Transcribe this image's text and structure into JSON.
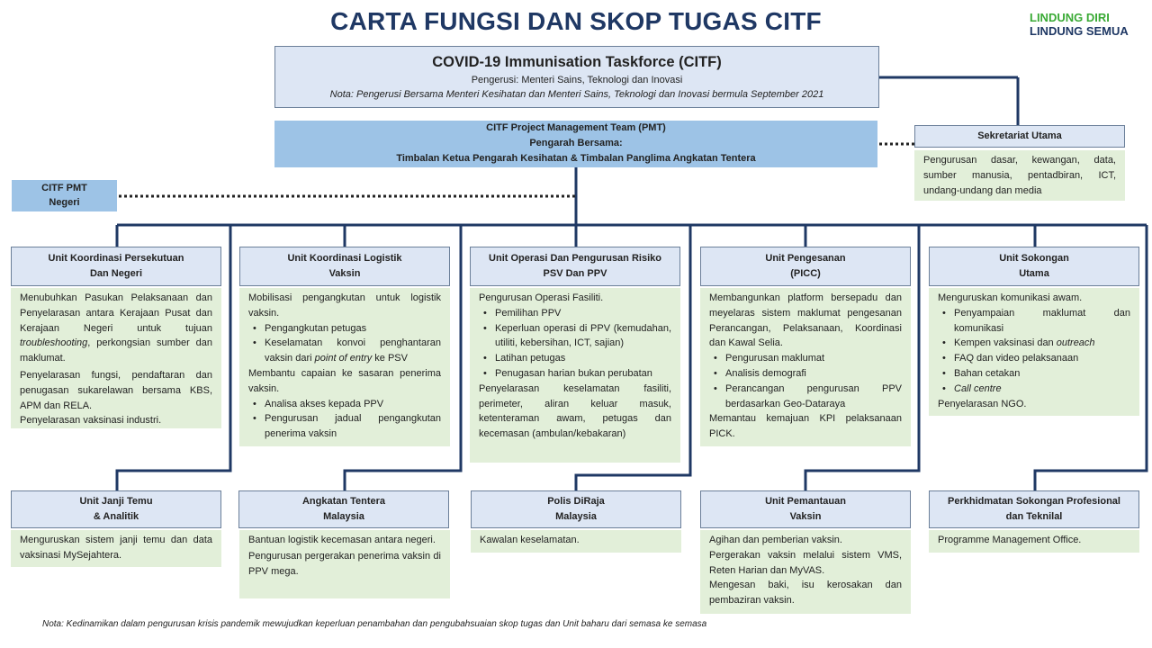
{
  "title": "CARTA FUNGSI DAN SKOP TUGAS CITF",
  "slogan": {
    "line1": "LINDUNG DIRI",
    "line2": "LINDUNG SEMUA"
  },
  "head": {
    "name": "COVID-19 Immunisation Taskforce (CITF)",
    "chair": "Pengerusi: Menteri Sains, Teknologi dan Inovasi",
    "note": "Nota: Pengerusi Bersama Menteri Kesihatan dan Menteri Sains, Teknologi dan Inovasi bermula September 2021"
  },
  "pmt": {
    "line1": "CITF Project Management Team (PMT)",
    "line2": "Pengarah Bersama:",
    "line3": "Timbalan Ketua Pengarah Kesihatan & Timbalan Panglima Angkatan Tentera"
  },
  "pmt_negeri": {
    "line1": "CITF PMT",
    "line2": "Negeri"
  },
  "sekretariat": {
    "title": "Sekretariat Utama",
    "desc": "Pengurusan dasar, kewangan, data, sumber manusia, pentadbiran, ICT, undang-undang dan media"
  },
  "units": {
    "u1": {
      "title1": "Unit Koordinasi Persekutuan",
      "title2": "Dan Negeri",
      "p1a": "Menubuhkan Pasukan Pelaksanaan dan Penyelarasan antara Kerajaan Pusat dan Kerajaan Negeri untuk tujuan ",
      "p1i": "troubleshooting",
      "p1b": ", perkongsian sumber dan maklumat.",
      "p2": "Penyelarasan fungsi, pendaftaran dan penugasan sukarelawan bersama KBS, APM dan RELA.",
      "p3": "Penyelarasan vaksinasi industri."
    },
    "u2": {
      "title1": "Unit Koordinasi Logistik",
      "title2": "Vaksin",
      "p1": "Mobilisasi pengangkutan untuk logistik vaksin.",
      "b1": "Pengangkutan petugas",
      "b2a": "Keselamatan konvoi penghantaran vaksin dari ",
      "b2i": "point of entry",
      "b2b": " ke PSV",
      "p2": "Membantu capaian ke sasaran penerima vaksin.",
      "b3": "Analisa akses kepada PPV",
      "b4": "Pengurusan jadual pengangkutan penerima vaksin"
    },
    "u3": {
      "title1": "Unit Operasi Dan Pengurusan Risiko",
      "title2": "PSV Dan PPV",
      "p1": "Pengurusan Operasi Fasiliti.",
      "b1": "Pemilihan PPV",
      "b2": "Keperluan operasi di PPV (kemudahan, utiliti, kebersihan, ICT, sajian)",
      "b3": "Latihan petugas",
      "b4": "Penugasan harian bukan perubatan",
      "p2": "Penyelarasan keselamatan fasiliti, perimeter, aliran keluar masuk, ketenteraman awam, petugas dan kecemasan (ambulan/kebakaran)"
    },
    "u4": {
      "title1": "Unit Pengesanan",
      "title2": "(PICC)",
      "p1": "Membangunkan platform bersepadu dan meyelaras sistem maklumat pengesanan Perancangan, Pelaksanaan, Koordinasi dan Kawal Selia.",
      "b1": "Pengurusan maklumat",
      "b2": "Analisis demografi",
      "b3": "Perancangan pengurusan PPV berdasarkan Geo-Dataraya",
      "p2": "Memantau kemajuan KPI pelaksanaan PICK."
    },
    "u5": {
      "title1": "Unit Sokongan",
      "title2": "Utama",
      "p1": "Menguruskan komunikasi awam.",
      "b1": "Penyampaian maklumat dan komunikasi",
      "b2a": "Kempen vaksinasi dan ",
      "b2i": "outreach",
      "b3": "FAQ dan video pelaksanaan",
      "b4": "Bahan cetakan",
      "b5i": "Call centre",
      "p2": "Penyelarasan NGO."
    },
    "u6": {
      "title1": "Unit Janji Temu",
      "title2": "& Analitik",
      "p1": "Menguruskan sistem janji temu dan data vaksinasi MySejahtera."
    },
    "u7": {
      "title1": "Angkatan Tentera",
      "title2": "Malaysia",
      "p1": "Bantuan logistik kecemasan antara negeri.",
      "p2": "Pengurusan pergerakan penerima vaksin di PPV mega."
    },
    "u8": {
      "title1": "Polis DiRaja",
      "title2": "Malaysia",
      "p1": "Kawalan keselamatan."
    },
    "u9": {
      "title1": "Unit Pemantauan",
      "title2": "Vaksin",
      "p1": "Agihan dan pemberian vaksin.",
      "p2": "Pergerakan vaksin melalui sistem VMS, Reten Harian dan MyVAS.",
      "p3": "Mengesan baki, isu kerosakan dan pembaziran vaksin."
    },
    "u10": {
      "title1": "Perkhidmatan Sokongan Profesional",
      "title2": "dan Teknilal",
      "p1": "Programme Management Office."
    }
  },
  "footnote": "Nota: Kedinamikan dalam pengurusan krisis pandemik mewujudkan keperluan penambahan dan pengubahsuaian skop tugas dan Unit baharu dari semasa ke semasa",
  "colors": {
    "title": "#1f3864",
    "line": "#1f3864",
    "pmt": "#9dc3e6",
    "box": "#dde6f4",
    "desc": "#e2efd9",
    "slogan_green": "#3aaa35"
  }
}
